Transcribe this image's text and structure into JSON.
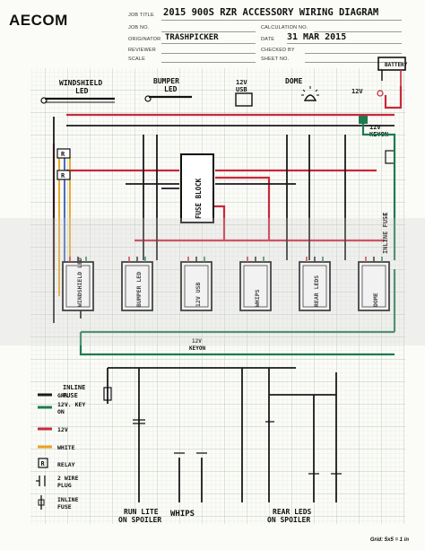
{
  "title_block": {
    "logo": "AECOM",
    "labels": {
      "job_title": "JOB TITLE",
      "job_no": "JOB NO.",
      "originator": "ORIGINATOR",
      "reviewer": "REVIEWER",
      "scale": "SCALE",
      "calculation_no": "CALCULATION NO.",
      "date": "DATE",
      "checked_by": "CHECKED BY",
      "sheet_no": "SHEET NO."
    },
    "values": {
      "job_title": "2015 900S RZR ACCESSORY WIRING DIAGRAM",
      "originator": "TRASHPICKER",
      "date": "31 MAR 2015"
    }
  },
  "components": {
    "battery": "BATTERY",
    "windshield_led": "WINDSHIELD LED",
    "bumper_led": "BUMPER LED",
    "usb": "12V USB",
    "dome": "DOME",
    "v12": "12V",
    "v12_keyon": "12V KEYON",
    "fuse_block": "FUSE BLOCK",
    "inline_fuse": "INLINE FUSE",
    "inline_fuse_left": "INLINE FUSE",
    "keyon_small": "12V KEYON",
    "relay_r": "R"
  },
  "switches": [
    {
      "label": "WINDSHIELD LED"
    },
    {
      "label": "BUMPER LED"
    },
    {
      "label": "12V USB"
    },
    {
      "label": "WHIPS"
    },
    {
      "label": "REAR LEDS"
    },
    {
      "label": "DOME"
    }
  ],
  "bottom_labels": {
    "run_lite": "RUN LITE ON SPOILER",
    "whips": "WHIPS",
    "rear_leds": "REAR LEDS ON SPOILER"
  },
  "legend": [
    {
      "text": "GRN",
      "color": "#1a1a1a"
    },
    {
      "text": "12V. KEY ON",
      "color": "#1f7a4f"
    },
    {
      "text": "12V",
      "color": "#c8283a"
    },
    {
      "text": "WHITE",
      "color": "#e5a21c"
    },
    {
      "text": "RELAY",
      "symbol": "R"
    },
    {
      "text": "2 WIRE PLUG",
      "symbol": "plug"
    },
    {
      "text": "INLINE FUSE",
      "symbol": "fuse"
    }
  ],
  "grid_note": "Grid: 5x5 = 1 in",
  "colors": {
    "grn": "#1a1a1a",
    "keyon": "#1f7a4f",
    "v12": "#c8283a",
    "white": "#e5a21c",
    "blue": "#3a5fb0",
    "grid": "#c8d8c8"
  }
}
